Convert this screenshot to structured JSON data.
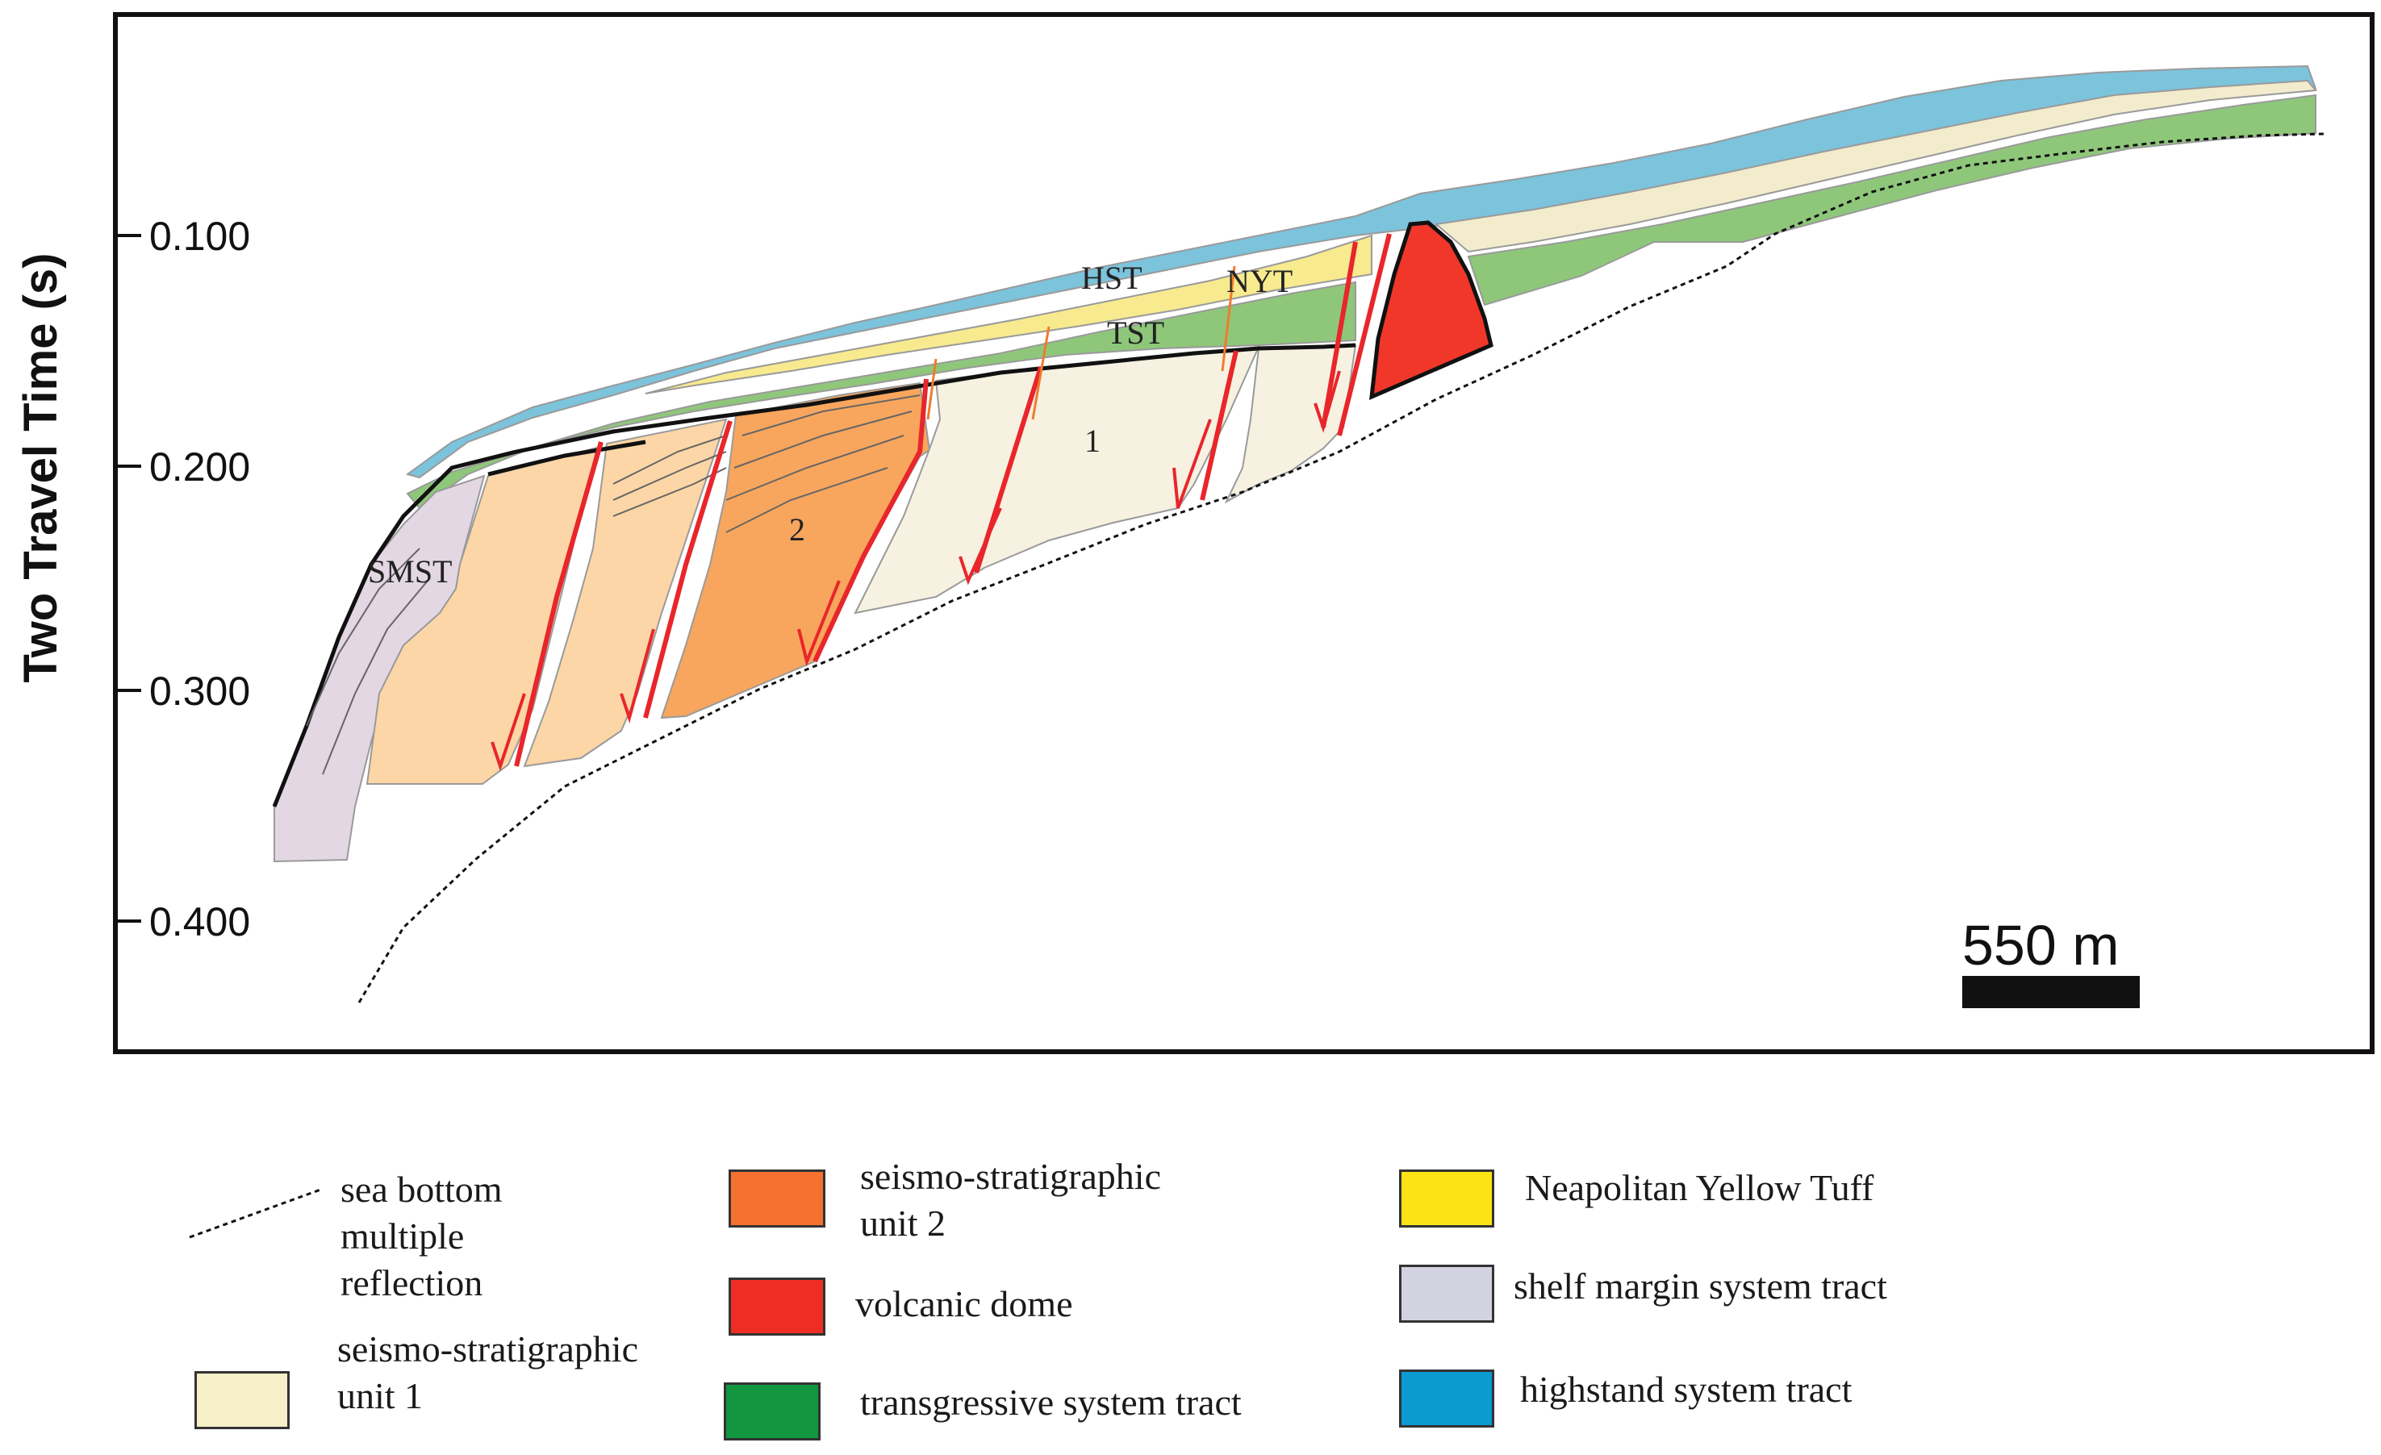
{
  "figure": {
    "y_axis_title": "Two Travel Time (s)",
    "y_ticks": [
      "0.100",
      "0.200",
      "0.300",
      "0.400"
    ],
    "scale_bar_label": "550 m"
  },
  "section_labels": {
    "hst": "HST",
    "nyt": "NYT",
    "tst": "TST",
    "smst": "SMST",
    "unit1": "1",
    "unit2": "2"
  },
  "colors": {
    "highstand": "#7cc3dc",
    "nyt": "#f7ea8f",
    "tst": "#8ec77a",
    "unit1": "#f6f1e0",
    "unit1_light": "#f2eccd",
    "unit2_light": "#fcd6a6",
    "unit2": "#f8a65d",
    "dome": "#f0372a",
    "smst": "#e3d7e4",
    "fault": "#e8262b",
    "legend_unit1": "#f6f0c8",
    "legend_unit2": "#f57130",
    "legend_dome": "#ee2e24",
    "legend_nyt": "#fde314",
    "legend_smst": "#d3d2e0",
    "legend_tst": "#12963f",
    "legend_hst": "#0b9bd0"
  },
  "legend": {
    "sea_bottom": "sea bottom\nmultiple\nreflection",
    "unit1": "seismo-stratigraphic\nunit 1",
    "unit2": "seismo-stratigraphic\nunit 2",
    "dome": "volcanic dome",
    "tst": "transgressive system tract",
    "nyt": "Neapolitan Yellow Tuff",
    "smst": "shelf margin system tract",
    "hst": "highstand system tract"
  }
}
